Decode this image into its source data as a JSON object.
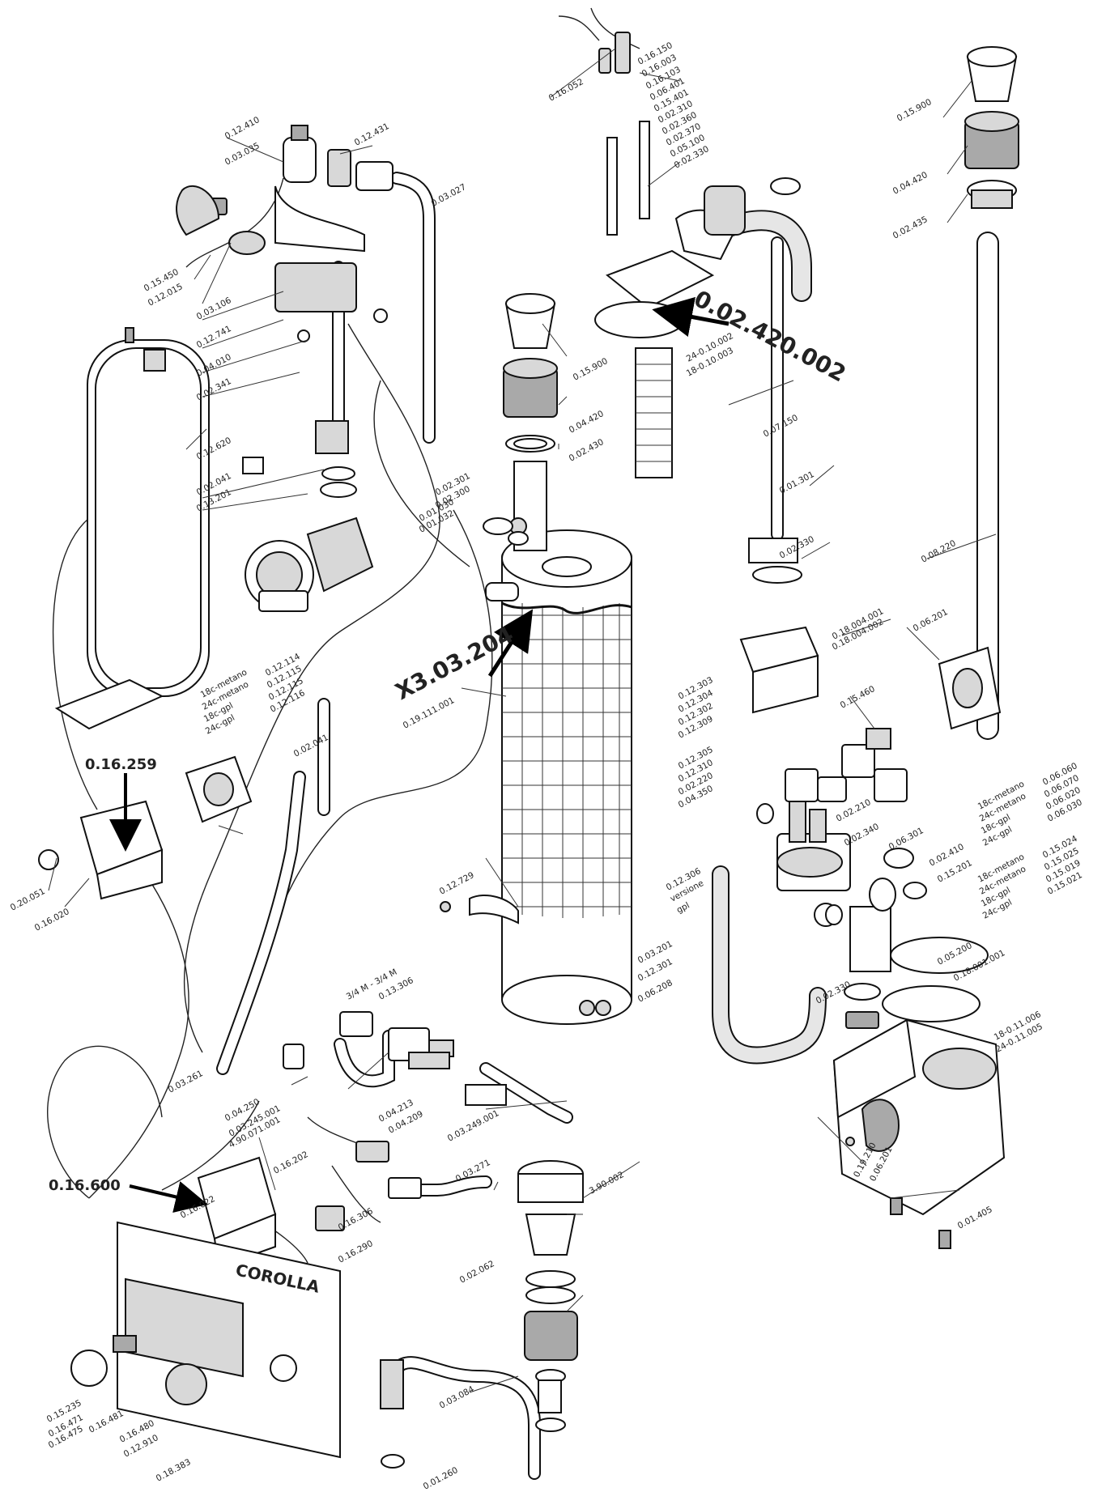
{
  "diagram": {
    "labels": [
      "0.16.052",
      "0.16.150",
      "0.16.003",
      "0.16.103",
      "0.06.401",
      "0.15.401",
      "0.02.310",
      "0.02.360",
      "0.02.370",
      "0.05.100",
      "0.02.330",
      "0.15.900",
      "0.04.420",
      "0.02.435",
      "0.12.410",
      "0.12.431",
      "0.03.035",
      "0.03.027",
      "0.15.450",
      "0.12.015",
      "0.03.106",
      "0.12.741",
      "0.04.010",
      "0.02.341",
      "0.12.620",
      "0.02.041",
      "0.13.201",
      "0.02.301",
      "0.02.300",
      "0.01.030",
      "0.01.032",
      "0.15.900",
      "24-0.10.002",
      "18-0.10.003",
      "0.04.420",
      "0.02.430",
      "0.07.150",
      "0.01.301",
      "0.02.330",
      "0.08.220",
      "0.18.004.001",
      "0.18.004.002",
      "0.06.201",
      "0.15.460",
      "18c-metano",
      "0.12.114",
      "24c-metano",
      "0.12.115",
      "18c-gpl",
      "0.12.115",
      "24c-gpl",
      "0.12.116",
      "0.02.041",
      "0.19.111.001",
      "0.16.020",
      "0.20.051",
      "0.12.729",
      "0.12.303",
      "0.12.304",
      "0.12.302",
      "0.12.309",
      "0.12.305",
      "0.12.310",
      "0.02.220",
      "0.04.350",
      "0.12.306",
      "versione",
      "gpl",
      "0.02.210",
      "0.02.340",
      "0.06.301",
      "0.02.410",
      "0.15.201",
      "18c-metano",
      "0.06.060",
      "24c-metano",
      "0.06.070",
      "18c-gpl",
      "0.06.020",
      "24c-gpl",
      "0.06.030",
      "18c-metano",
      "0.15.024",
      "24c-metano",
      "0.15.025",
      "18c-gpl",
      "0.15.019",
      "24c-gpl",
      "0.15.021",
      "0.05.200",
      "0.18.001.001",
      "0.03.201",
      "0.12.301",
      "0.06.208",
      "0.02.330",
      "18-0.11.006",
      "24-0.11.005",
      "3/4 M - 3/4 M",
      "0.13.306",
      "0.03.261",
      "0.04.250",
      "0.03.245.001",
      "4.90.071.001",
      "0.04.213",
      "0.04.209",
      "0.03.249.001",
      "0.03.271",
      "0.16.202",
      "0.16.022",
      "0.16.306",
      "0.16.290",
      "3.90.002",
      "0.02.062",
      "0.03.084",
      "0.19.210",
      "0.06.201",
      "0.01.405",
      "0.15.235",
      "0.16.471",
      "0.16.475",
      "0.16.481",
      "0.16.480",
      "0.12.910",
      "0.18.383",
      "0.01.260"
    ],
    "callouts": [
      "0.02.420.002",
      "X3.03.204",
      "0.16.259",
      "0.16.600"
    ],
    "panel_brand": "COROLLA"
  }
}
